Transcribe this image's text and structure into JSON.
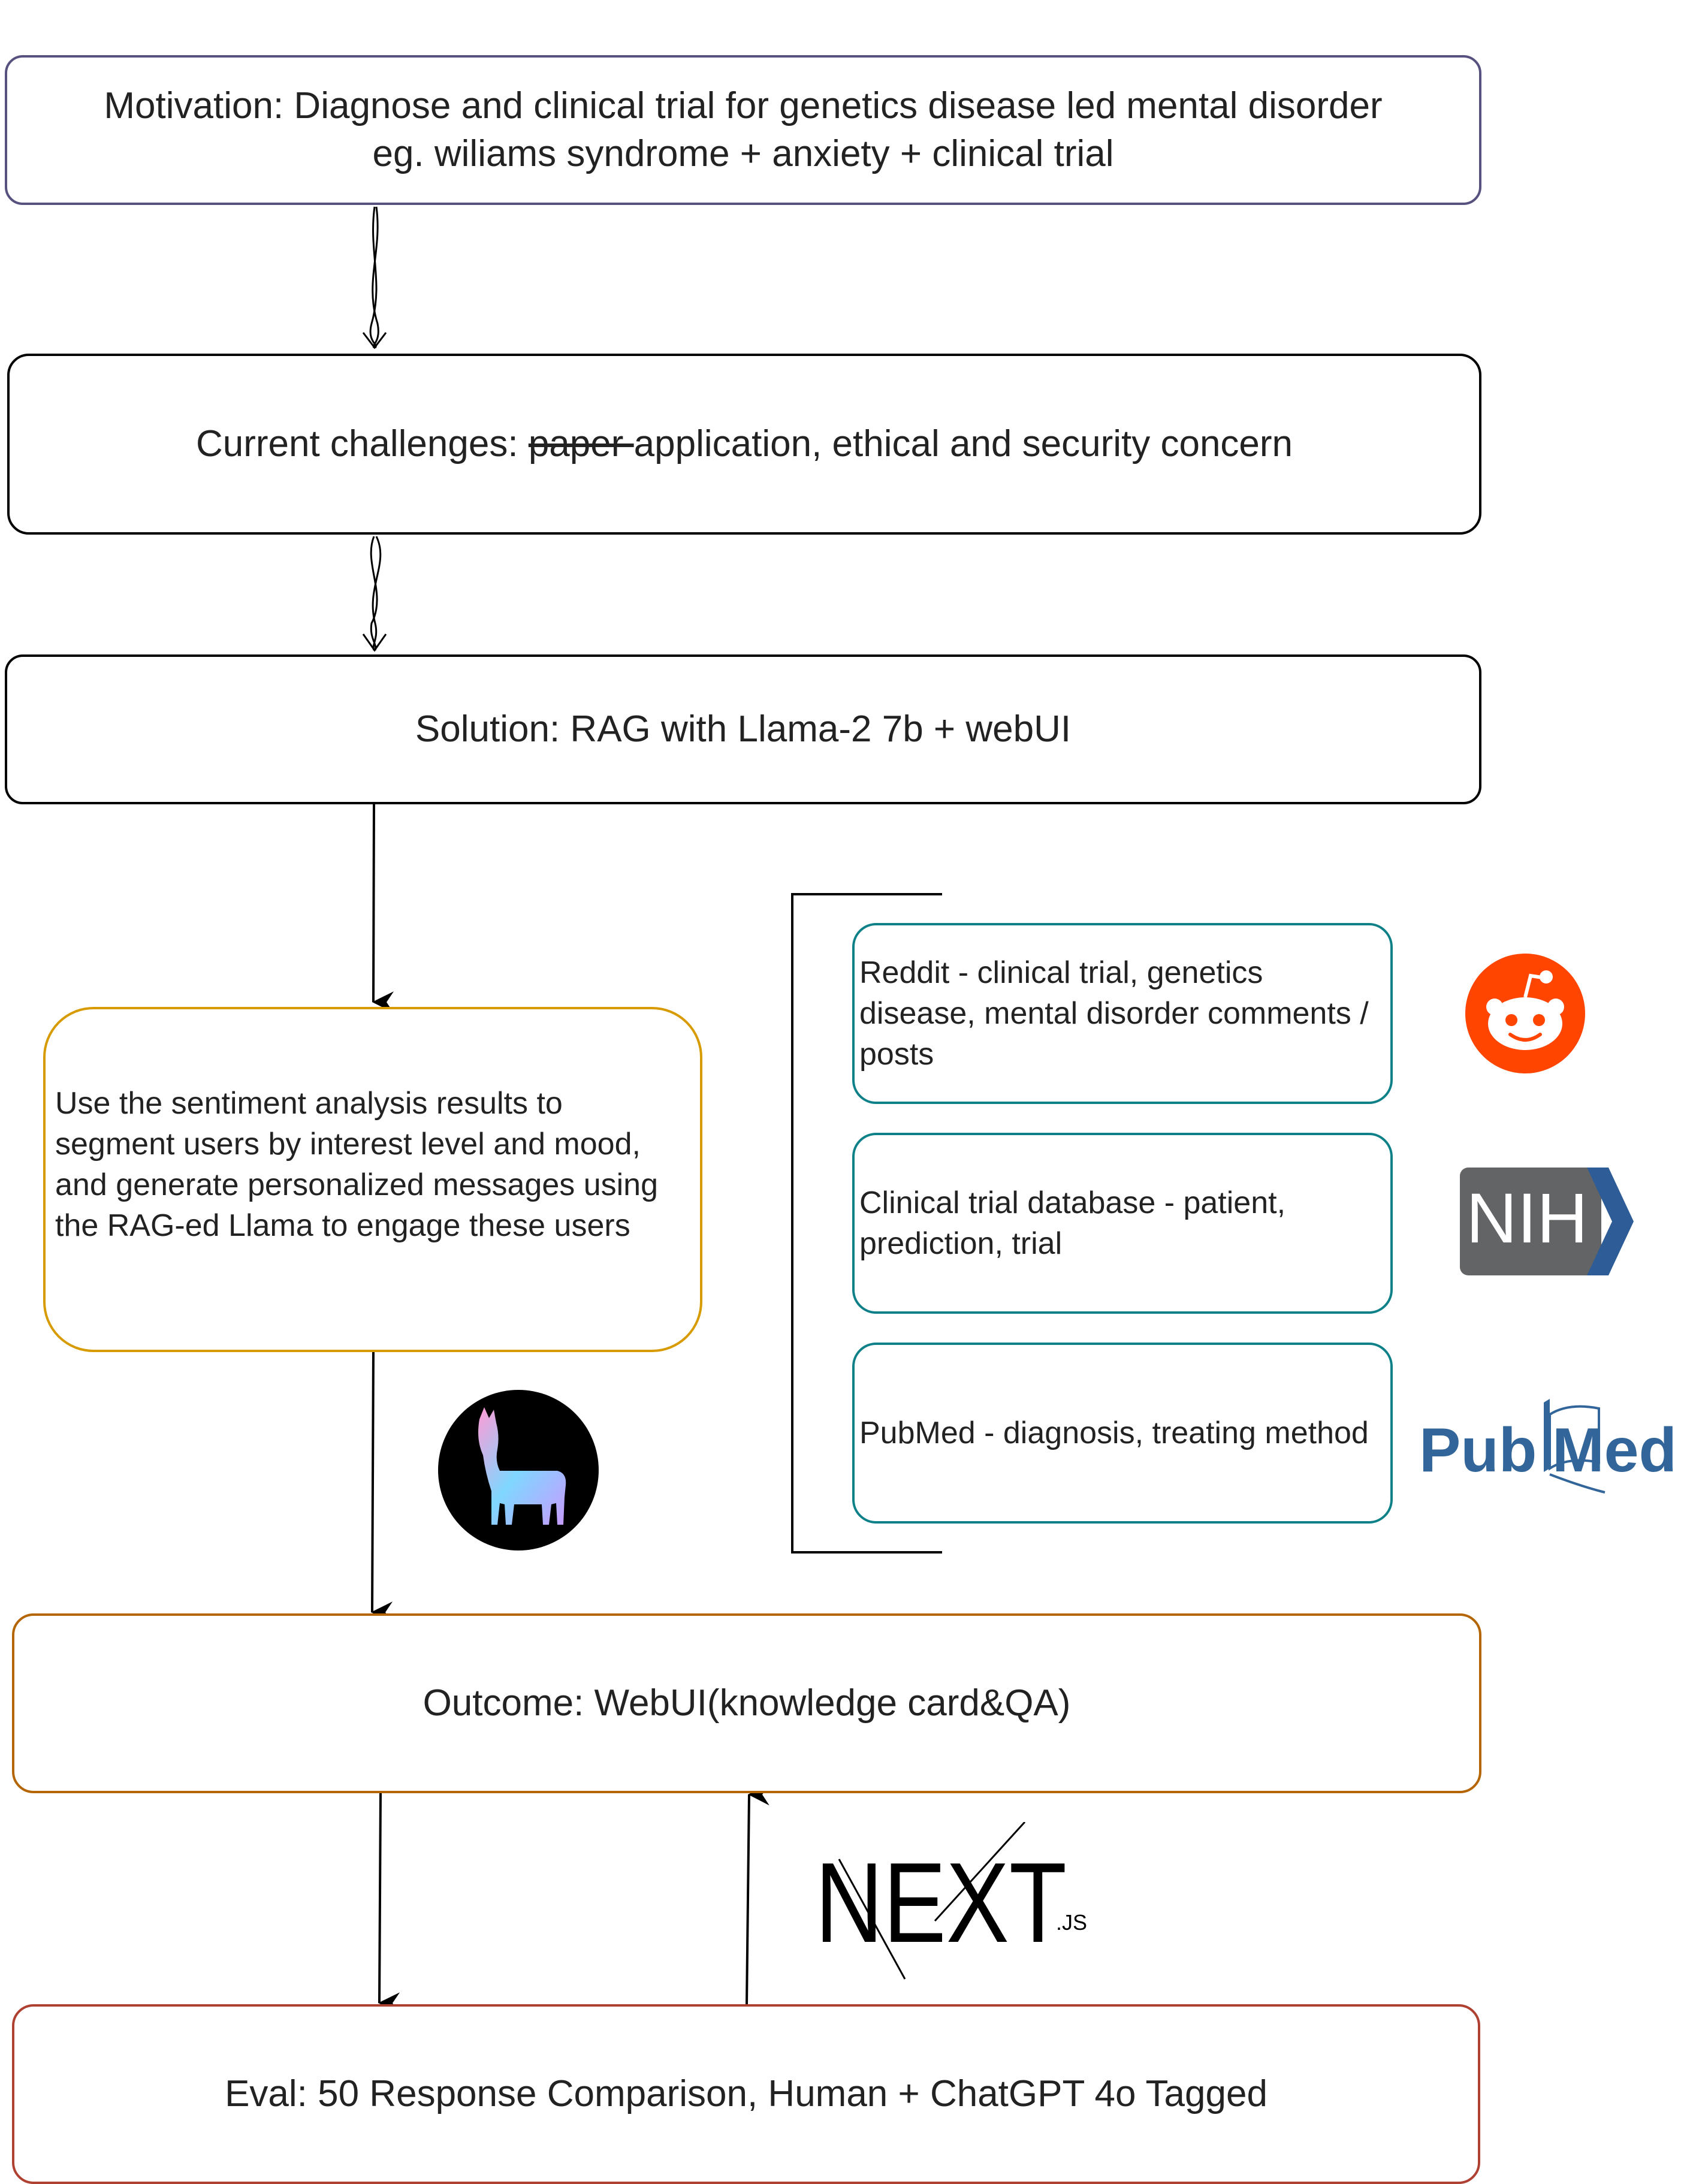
{
  "motivation": {
    "line1": "Motivation: Diagnose and clinical trial for genetics disease led mental disorder",
    "line2": "eg. wiliams syndrome + anxiety + clinical trial"
  },
  "challenges": {
    "prefix": "Current challenges: ",
    "struck": "paper ",
    "rest": "application, ethical and security concern"
  },
  "solution": {
    "text": "Solution: RAG with Llama-2 7b  + webUI"
  },
  "sentiment": {
    "text": "Use the sentiment analysis results to segment users by interest level and mood, and generate personalized messages using the RAG-ed Llama to engage these users"
  },
  "sources": {
    "reddit": "Reddit - clinical trial, genetics disease, mental disorder comments / posts",
    "clinical": "Clinical trial database - patient, prediction, trial",
    "pubmed": "PubMed - diagnosis, treating method"
  },
  "outcome": {
    "text": "Outcome: WebUI(knowledge card&QA)"
  },
  "eval": {
    "text": "Eval: 50 Response Comparison, Human + ChatGPT 4o Tagged"
  },
  "logos": {
    "nih": "NIH",
    "pubmed_pub": "Pub",
    "pubmed_med": "Med",
    "next_main": "NEXT",
    "next_sub": ".JS",
    "reddit_icon": "reddit-icon",
    "llama_icon": "llama-icon"
  },
  "colors": {
    "motivation_border": "#56517e",
    "black_border": "#000000",
    "sentiment_border": "#d79b00",
    "teal_border": "#0e8088",
    "outcome_border": "#b46504",
    "eval_border": "#ae4132",
    "reddit_orange": "#ff4500",
    "nih_gray": "#636466",
    "nih_blue": "#2d5c96",
    "pubmed_blue": "#326599"
  }
}
